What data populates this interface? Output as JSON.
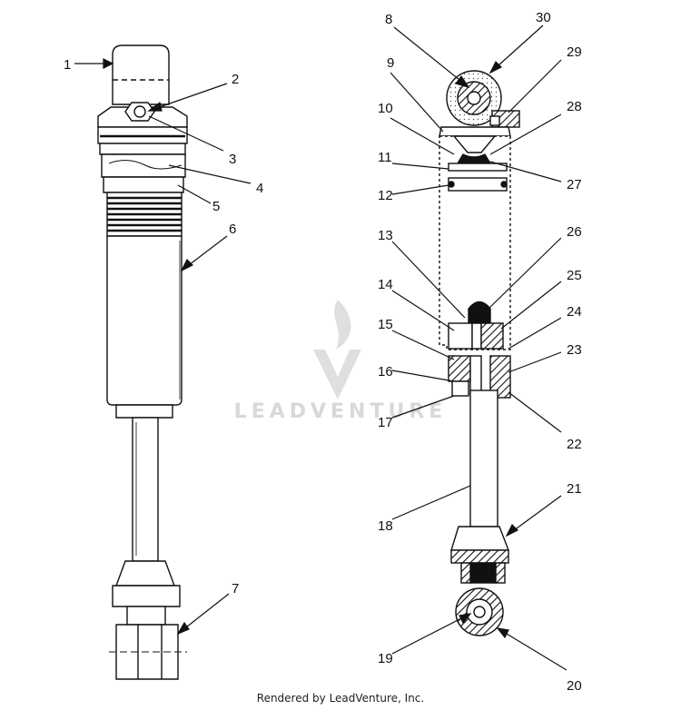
{
  "callouts": {
    "c1": "1",
    "c2": "2",
    "c3": "3",
    "c4": "4",
    "c5": "5",
    "c6": "6",
    "c7": "7",
    "c8": "8",
    "c9": "9",
    "c10": "10",
    "c11": "11",
    "c12": "12",
    "c13": "13",
    "c14": "14",
    "c15": "15",
    "c16": "16",
    "c17": "17",
    "c18": "18",
    "c19": "19",
    "c20": "20",
    "c21": "21",
    "c22": "22",
    "c23": "23",
    "c24": "24",
    "c25": "25",
    "c26": "26",
    "c27": "27",
    "c28": "28",
    "c29": "29",
    "c30": "30"
  },
  "watermark": {
    "text": "LEADVENTURE"
  },
  "footer": {
    "text": "Rendered by LeadVenture, Inc."
  }
}
